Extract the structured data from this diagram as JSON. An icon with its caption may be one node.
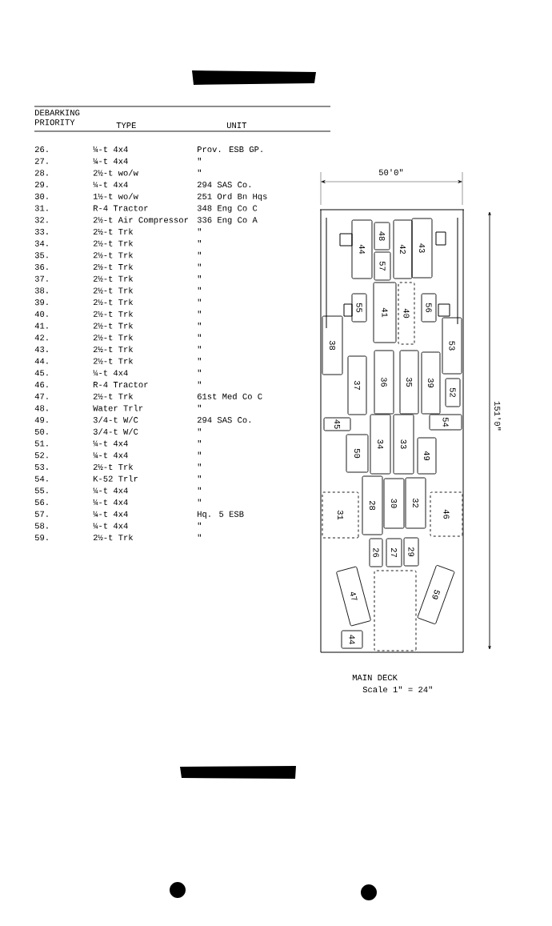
{
  "diagram": {
    "nodes": [
      {
        "text": [
          "44"
        ]
      },
      {
        "text": [
          "48"
        ]
      },
      {
        "text": [
          "57"
        ]
      },
      {
        "text": [
          "42"
        ]
      },
      {
        "text": [
          "43"
        ]
      },
      {
        "text": [
          "55"
        ]
      },
      {
        "text": [
          "41"
        ]
      },
      {
        "text": [
          "40"
        ]
      },
      {
        "text": [
          "56"
        ]
      },
      {
        "text": [
          "38"
        ]
      },
      {
        "text": [
          "53"
        ]
      },
      {
        "text": [
          "37"
        ]
      },
      {
        "text": [
          "36"
        ]
      },
      {
        "text": [
          "35"
        ]
      },
      {
        "text": [
          "39"
        ]
      },
      {
        "text": [
          "52"
        ]
      },
      {
        "text": [
          "45"
        ]
      },
      {
        "text": [
          "54"
        ]
      },
      {
        "text": [
          "50"
        ]
      },
      {
        "text": [
          "34"
        ]
      },
      {
        "text": [
          "33"
        ]
      },
      {
        "text": [
          "49"
        ]
      },
      {
        "text": [
          "31"
        ]
      },
      {
        "text": [
          "28"
        ]
      },
      {
        "text": [
          "30"
        ]
      },
      {
        "text": [
          "32"
        ]
      },
      {
        "text": [
          "46"
        ]
      },
      {
        "text": [
          "26"
        ]
      },
      {
        "text": [
          "27"
        ]
      },
      {
        "text": [
          "29"
        ]
      },
      {
        "text": [
          "47"
        ]
      },
      {
        "text": [],
        "shape": "box"
      },
      {
        "text": [
          "59"
        ]
      },
      {
        "text": [
          "44"
        ]
      }
    ],
    "labels": [
      "DEBARKING PRIORITY",
      "TYPE",
      "UNIT",
      "26.",
      "¼-t 4x4",
      "Prov. ESB GP.",
      "27.",
      "¼-t 4x4",
      "\"",
      "28.",
      "2½-t wo/w",
      "\"",
      "29.",
      "¼-t 4x4",
      "294 SAS Co.",
      "30.",
      "1½-t wo/w",
      "251 Ord Bn Hqs",
      "31.",
      "R-4 Tractor",
      "348 Eng Co C",
      "32.",
      "2½-t Air Compressor",
      "336 Eng Co A",
      "33.",
      "2½-t Trk",
      "\"",
      "34.",
      "2½-t Trk",
      "\"",
      "35.",
      "2½-t Trk",
      "\"",
      "36.",
      "2½-t Trk",
      "\"",
      "37.",
      "2½-t Trk",
      "\"",
      "38.",
      "2½-t Trk",
      "\"",
      "39.",
      "2½-t Trk",
      "\"",
      "40.",
      "2½-t Trk",
      "\"",
      "41.",
      "2½-t Trk",
      "\"",
      "42.",
      "2½-t Trk",
      "\"",
      "43.",
      "2½-t Trk",
      "\"",
      "44.",
      "2½-t Trk",
      "\"",
      "45.",
      "¼-t 4x4",
      "\"",
      "46.",
      "R-4 Tractor",
      "\"",
      "47.",
      "2½-t Trk",
      "61st Med Co C",
      "48.",
      "Water Trlr",
      "\"",
      "49.",
      "3/4-t W/C",
      "294 SAS Co.",
      "50.",
      "3/4-t W/C",
      "\"",
      "51.",
      "¼-t 4x4",
      "\"",
      "52.",
      "¼-t 4x4",
      "\"",
      "53.",
      "2½-t Trk",
      "\"",
      "54.",
      "K-52 Trlr",
      "\"",
      "55.",
      "¼-t 4x4",
      "\"",
      "56.",
      "¼-t 4x4",
      "\"",
      "57.",
      "¼-t 4x4",
      "Hq. 5 ESB",
      "58.",
      "¼-t 4x4",
      "\"",
      "59.",
      "2½-t Trk",
      "\"",
      "50'0\"",
      "151'0\"",
      "MAIN DECK",
      "Scale 1\" =  24\""
    ]
  }
}
